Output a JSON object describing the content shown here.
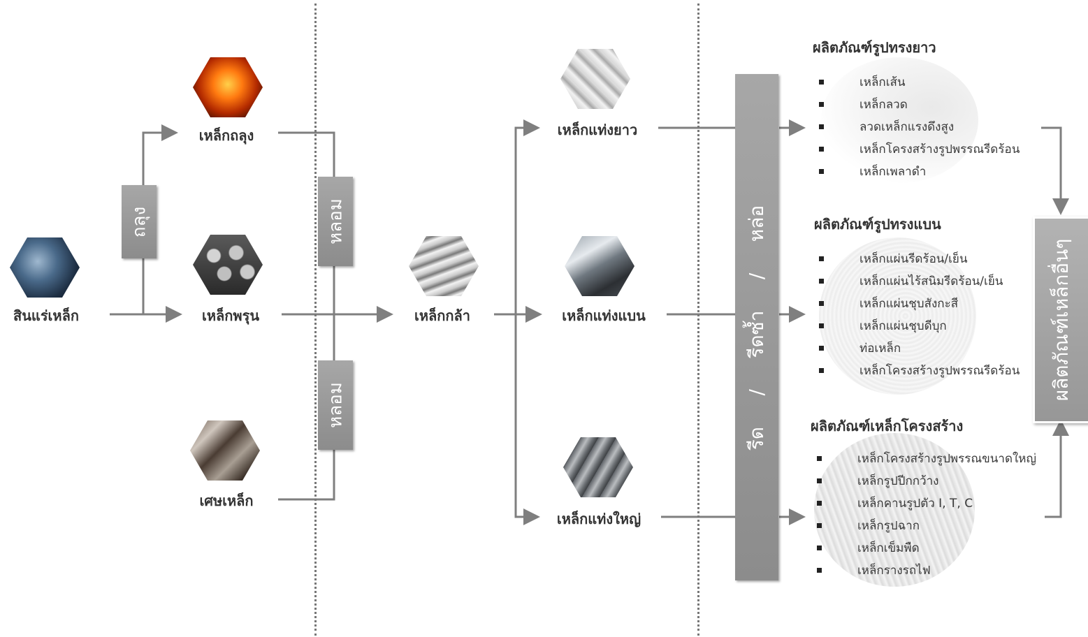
{
  "nodes": {
    "ore": "สินแร่เหล็ก",
    "pig_iron": "เหล็กถลุง",
    "sponge_iron": "เหล็กพรุน",
    "scrap": "เศษเหล็ก",
    "steel": "เหล็กกล้า",
    "billet": "เหล็กแท่งยาว",
    "slab": "เหล็กแท่งแบน",
    "bloom": "เหล็กแท่งใหญ่"
  },
  "process": {
    "smelt": "ถลุง",
    "melt_1": "หลอม",
    "melt_2": "หลอม",
    "forming": "รีด     /     รีดซ้ำ     /     หล่อ",
    "other_products": "ผลิตภัณฑ์เหล็กอื่นๆ"
  },
  "groups": [
    {
      "title": "ผลิตภัณฑ์รูปทรงยาว",
      "items": [
        "เหล็กเส้น",
        "เหล็กลวด",
        "ลวดเหล็กแรงดึงสูง",
        "เหล็กโครงสร้างรูปพรรณรีดร้อน",
        "เหล็กเพลาดำ"
      ]
    },
    {
      "title": "ผลิตภัณฑ์รูปทรงแบน",
      "items": [
        "เหล็กแผ่นรีดร้อน/เย็น",
        "เหล็กแผ่นไร้สนิมรีดร้อน/เย็น",
        "เหล็กแผ่นชุบสังกะสี",
        "เหล็กแผ่นชุบดีบุก",
        "ท่อเหล็ก",
        "เหล็กโครงสร้างรูปพรรณรีดร้อน"
      ]
    },
    {
      "title": "ผลิตภัณฑ์เหล็กโครงสร้าง",
      "items": [
        "เหล็กโครงสร้างรูปพรรณขนาดใหญ่",
        "เหล็กรูปปีกกว้าง",
        "เหล็กคานรูปตัว I, T, C",
        "เหล็กรูปฉาก",
        "เหล็กเข็มพืด",
        "เหล็กรางรถไฟ"
      ]
    }
  ],
  "colors": {
    "line": "#7f7f7f",
    "box": "#999999",
    "text": "#333333"
  },
  "icons": [
    "iron-ore-icon",
    "molten-iron-icon",
    "iron-pellets-icon",
    "scrap-metal-icon",
    "steel-bars-icon",
    "square-billets-icon",
    "steel-plates-icon",
    "round-blooms-icon"
  ]
}
